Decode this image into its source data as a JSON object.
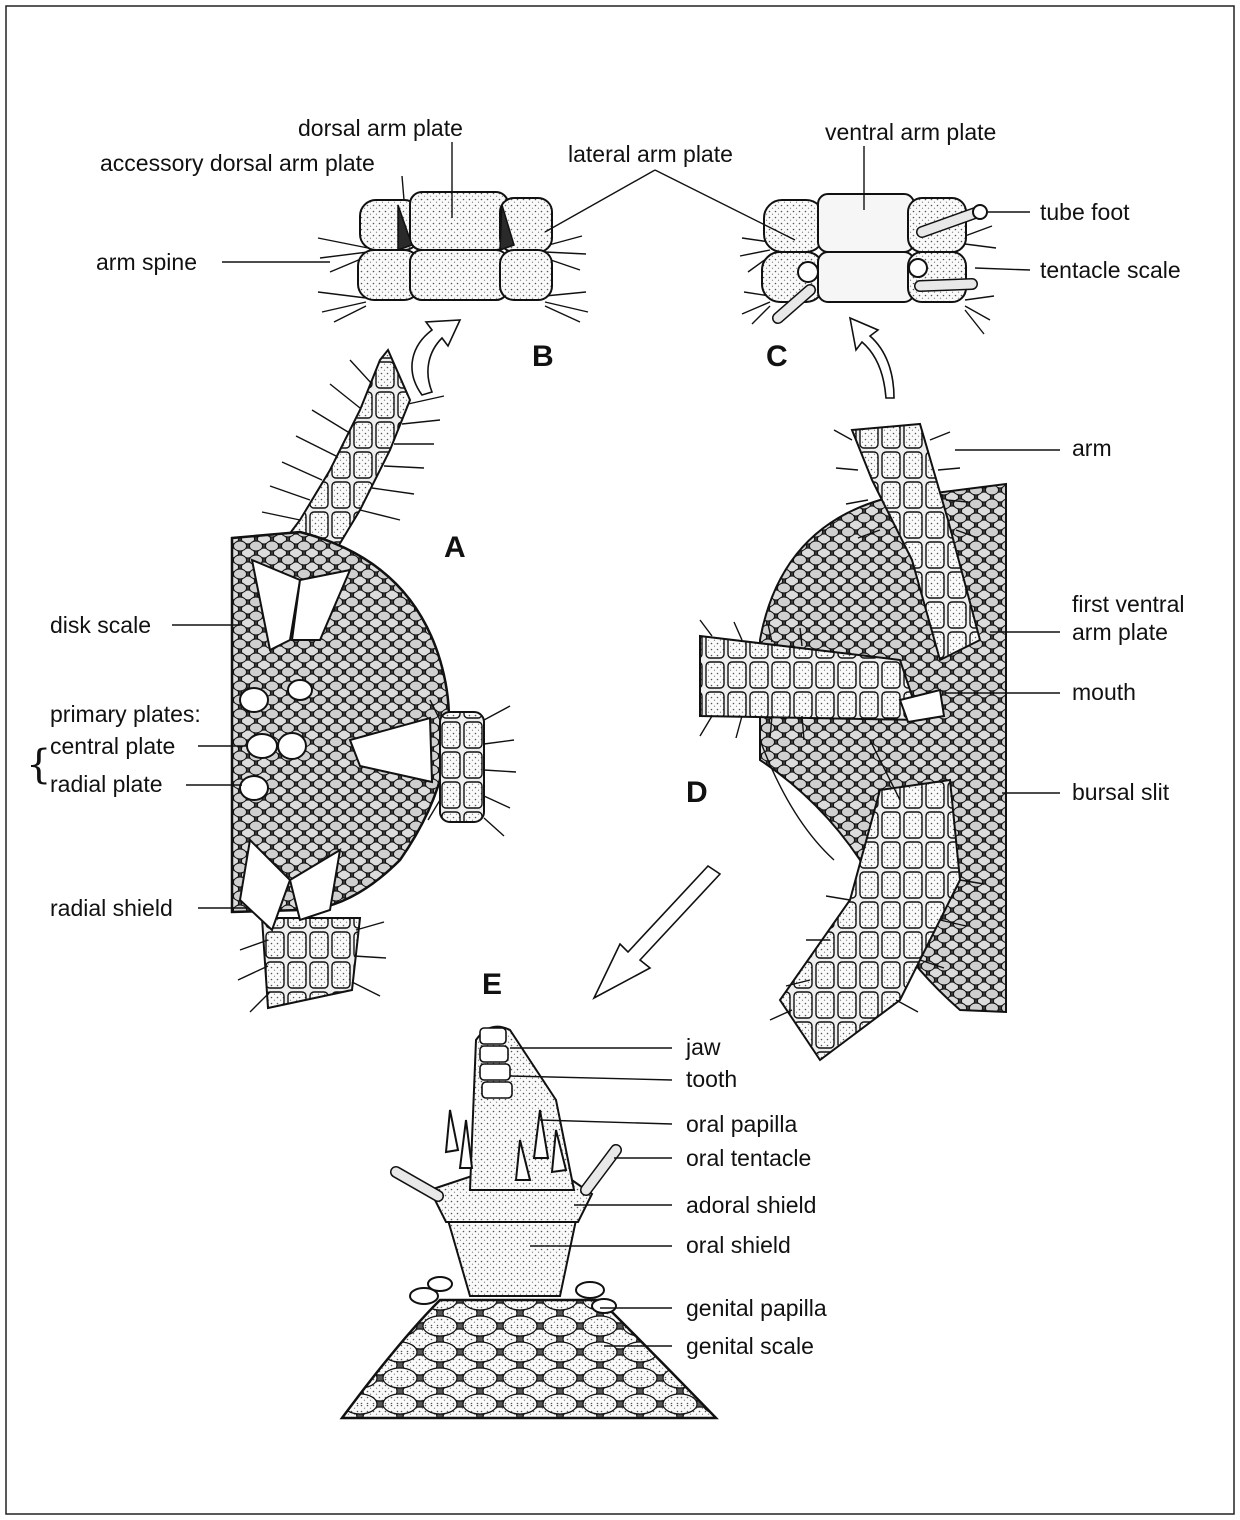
{
  "panels": {
    "a": "A",
    "b": "B",
    "c": "C",
    "d": "D",
    "e": "E"
  },
  "labels": {
    "dorsal_arm_plate": "dorsal arm plate",
    "accessory_dorsal_arm_plate": "accessory dorsal arm plate",
    "lateral_arm_plate": "lateral arm plate",
    "ventral_arm_plate": "ventral arm plate",
    "tube_foot": "tube foot",
    "arm_spine": "arm spine",
    "tentacle_scale": "tentacle scale",
    "arm": "arm",
    "disk_scale": "disk scale",
    "first_ventral_line1": "first ventral",
    "first_ventral_line2": "arm plate",
    "mouth": "mouth",
    "primary_plates": "primary plates:",
    "central_plate": "central plate",
    "radial_plate": "radial plate",
    "bursal_slit": "bursal slit",
    "radial_shield": "radial shield",
    "jaw": "jaw",
    "tooth": "tooth",
    "oral_papilla": "oral papilla",
    "oral_tentacle": "oral tentacle",
    "adoral_shield": "adoral shield",
    "oral_shield": "oral shield",
    "genital_papilla": "genital papilla",
    "genital_scale": "genital scale"
  },
  "brace": "{"
}
